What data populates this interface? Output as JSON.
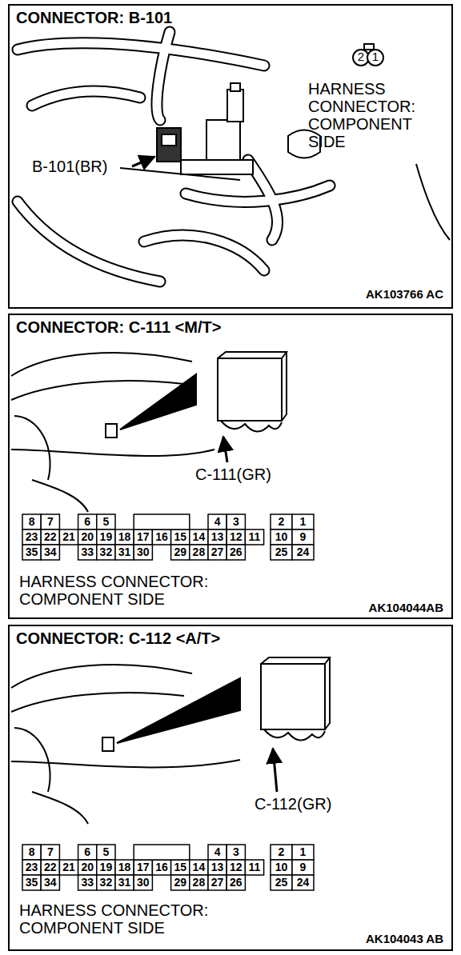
{
  "diagram": {
    "nodes": [
      {
        "text": [
          "CONNECTOR: B-101"
        ]
      },
      {
        "text": [
          "CONNECTOR: C-111 <M/T>"
        ]
      },
      {
        "text": [
          "CONNECTOR: C-112 <A/T>"
        ]
      }
    ],
    "labels": [
      "2",
      "1",
      "HARNESS CONNECTOR: COMPONENT SIDE",
      "B-101(BR)",
      "AK103766 AC",
      "C-111(GR)",
      "8",
      "7",
      "6",
      "5",
      "4",
      "3",
      "2",
      "1",
      "23",
      "22",
      "21",
      "20",
      "19",
      "18",
      "17",
      "16",
      "15",
      "14",
      "13",
      "12",
      "11",
      "10",
      "9",
      "35",
      "34",
      "33",
      "32",
      "31",
      "30",
      "29",
      "28",
      "27",
      "26",
      "25",
      "24",
      "HARNESS CONNECTOR: COMPONENT SIDE",
      "AK104044AB",
      "C-112(GR)",
      "8",
      "7",
      "6",
      "5",
      "4",
      "3",
      "2",
      "1",
      "23",
      "22",
      "21",
      "20",
      "19",
      "18",
      "17",
      "16",
      "15",
      "14",
      "13",
      "12",
      "11",
      "10",
      "9",
      "35",
      "34",
      "33",
      "32",
      "31",
      "30",
      "29",
      "28",
      "27",
      "26",
      "25",
      "24",
      "HARNESS CONNECTOR: COMPONENT SIDE",
      "AK104043 AB"
    ]
  }
}
